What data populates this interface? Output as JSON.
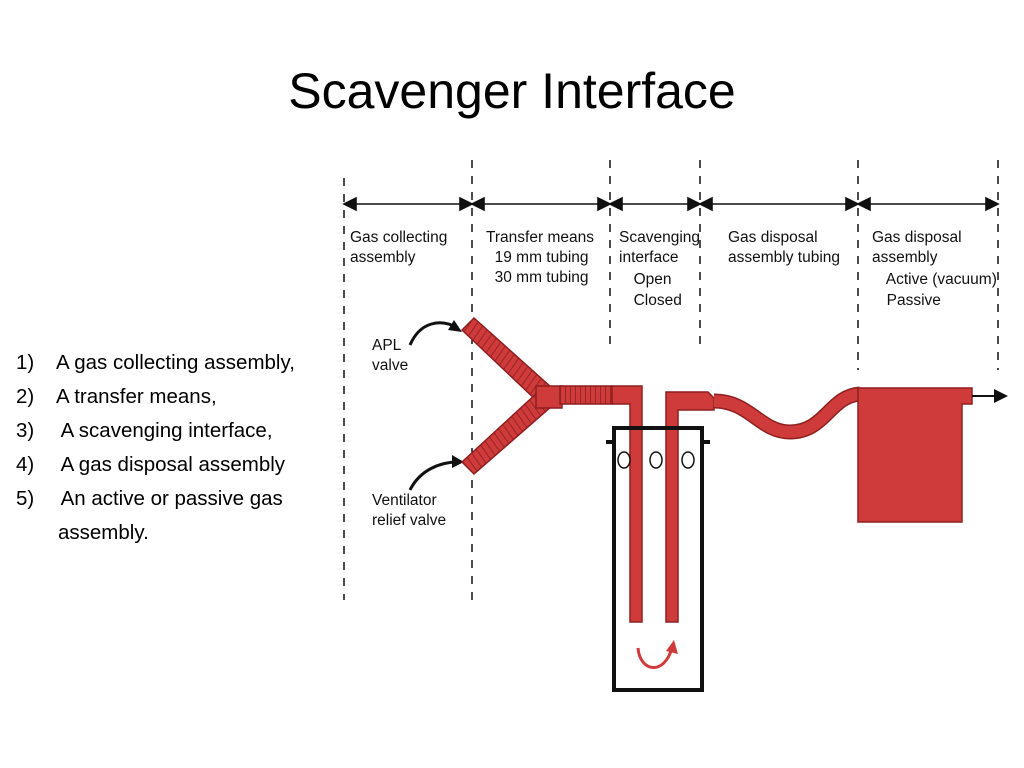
{
  "slide": {
    "title": "Scavenger Interface"
  },
  "list_items": [
    {
      "num": "1)",
      "text": "A gas collecting assembly,"
    },
    {
      "num": "2)",
      "text": "A transfer means,"
    },
    {
      "num": "3)",
      "text": " A scavenging interface,"
    },
    {
      "num": "4)",
      "text": " A gas disposal assembly"
    },
    {
      "num": "5)",
      "text": " An active or passive gas",
      "continuation": "assembly."
    }
  ],
  "diagram": {
    "sections": [
      [
        "Gas collecting",
        "assembly"
      ],
      [
        "Transfer means",
        "  19 mm tubing",
        "  30 mm tubing"
      ],
      [
        "Scavenging",
        "interface",
        "  Open",
        "  Closed"
      ],
      [
        "Gas disposal",
        "assembly tubing"
      ],
      [
        "Gas disposal",
        "assembly",
        "  Active (vacuum)",
        "  Passive"
      ]
    ],
    "apl_label": [
      "APL",
      "valve"
    ],
    "ventilator_label": [
      "Ventilator",
      "relief valve"
    ],
    "colors": {
      "tubing": "#cf3a3a",
      "tubing_dark": "#8e1f1f",
      "line": "#111111"
    }
  }
}
